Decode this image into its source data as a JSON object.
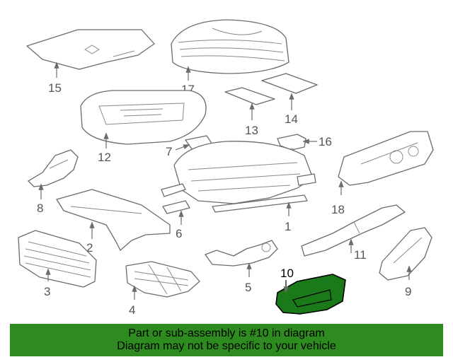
{
  "diagram": {
    "parts": [
      {
        "num": "1"
      },
      {
        "num": "2"
      },
      {
        "num": "3"
      },
      {
        "num": "4"
      },
      {
        "num": "5"
      },
      {
        "num": "6"
      },
      {
        "num": "7"
      },
      {
        "num": "8"
      },
      {
        "num": "9"
      },
      {
        "num": "10"
      },
      {
        "num": "11"
      },
      {
        "num": "12"
      },
      {
        "num": "13"
      },
      {
        "num": "14"
      },
      {
        "num": "15"
      },
      {
        "num": "16"
      },
      {
        "num": "17"
      },
      {
        "num": "18"
      }
    ],
    "highlighted": "10",
    "colors": {
      "highlight": "#1a7a1a",
      "banner": "#2e8b1f",
      "lines": "#6b6b6b"
    }
  },
  "banner": {
    "line1": "Part or sub-assembly is #10 in diagram",
    "line2": "Diagram may not be specific to your vehicle"
  }
}
